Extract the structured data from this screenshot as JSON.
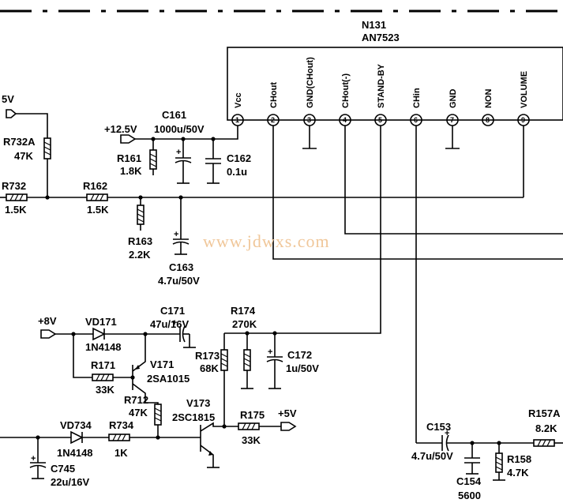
{
  "ic": {
    "ref": "N131",
    "part": "AN7523",
    "pins": [
      {
        "num": "1",
        "name": "Vcc"
      },
      {
        "num": "2",
        "name": "CHout"
      },
      {
        "num": "3",
        "name": "GND(CHout)"
      },
      {
        "num": "4",
        "name": "CHout(-)"
      },
      {
        "num": "5",
        "name": "STAND-BY"
      },
      {
        "num": "6",
        "name": "CHin"
      },
      {
        "num": "7",
        "name": "GND"
      },
      {
        "num": "8",
        "name": "NON"
      },
      {
        "num": "9",
        "name": "VOLUME"
      }
    ]
  },
  "supplies": {
    "v5_top": "5V",
    "v12": "+12.5V",
    "v8": "+8V",
    "v5_bottom": "+5V"
  },
  "components": {
    "r732a": {
      "ref": "R732A",
      "value": "47K"
    },
    "r732": {
      "ref": "R732",
      "value": "1.5K"
    },
    "r162": {
      "ref": "R162",
      "value": "1.5K"
    },
    "r161": {
      "ref": "R161",
      "value": "1.8K"
    },
    "c161": {
      "ref": "C161",
      "value": "1000u/50V"
    },
    "c162": {
      "ref": "C162",
      "value": "0.1u"
    },
    "r163": {
      "ref": "R163",
      "value": "2.2K"
    },
    "c163": {
      "ref": "C163",
      "value": "4.7u/50V"
    },
    "vd171": {
      "ref": "VD171",
      "value": "1N4148"
    },
    "c171": {
      "ref": "C171",
      "value": "47u/16V"
    },
    "r174": {
      "ref": "R174",
      "value": "270K"
    },
    "r173": {
      "ref": "R173",
      "value": "68K"
    },
    "c172": {
      "ref": "C172",
      "value": "1u/50V"
    },
    "r171": {
      "ref": "R171",
      "value": "33K"
    },
    "v171": {
      "ref": "V171",
      "value": "2SA1015"
    },
    "r712": {
      "ref": "R712",
      "value": "47K"
    },
    "v173": {
      "ref": "V173",
      "value": "2SC1815"
    },
    "r175": {
      "ref": "R175",
      "value": "33K"
    },
    "vd734": {
      "ref": "VD734",
      "value": "1N4148"
    },
    "r734": {
      "ref": "R734",
      "value": "1K"
    },
    "c745": {
      "ref": "C745",
      "value": "22u/16V"
    },
    "c153": {
      "ref": "C153",
      "value": "4.7u/50V"
    },
    "c154": {
      "ref": "C154",
      "value": "5600"
    },
    "r158": {
      "ref": "R158",
      "value": "4.7K"
    },
    "r157a": {
      "ref": "R157A",
      "value": "8.2K"
    }
  },
  "watermark": "www.jdwxs.com"
}
